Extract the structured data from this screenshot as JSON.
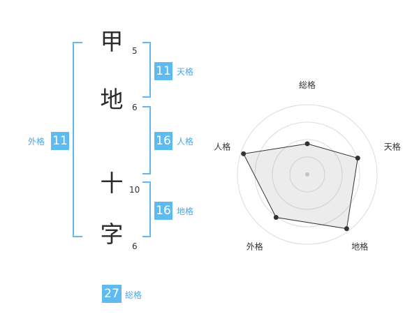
{
  "name": {
    "chars": [
      {
        "char": "甲",
        "strokes": "5"
      },
      {
        "char": "地",
        "strokes": "6"
      },
      {
        "char": "十",
        "strokes": "10"
      },
      {
        "char": "字",
        "strokes": "6"
      }
    ]
  },
  "fortunes": {
    "tenkaku": {
      "value": "11",
      "label": "天格"
    },
    "jinkaku": {
      "value": "16",
      "label": "人格"
    },
    "chikaku": {
      "value": "16",
      "label": "地格"
    },
    "gaikaku": {
      "value": "11",
      "label": "外格"
    },
    "soukaku": {
      "value": "27",
      "label": "総格"
    }
  },
  "colors": {
    "accent": "#5dbbf0",
    "bracket": "#62b8ee"
  },
  "chart_data": {
    "type": "radar",
    "axes": [
      "総格",
      "天格",
      "地格",
      "外格",
      "人格"
    ],
    "values": [
      0.44,
      0.76,
      0.96,
      0.76,
      0.96
    ],
    "rlim": [
      0,
      1
    ],
    "rings": 4
  }
}
